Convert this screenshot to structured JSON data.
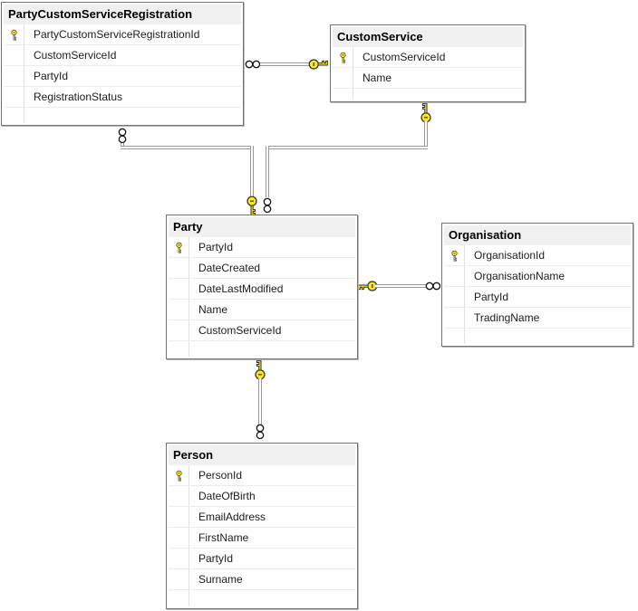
{
  "tables": [
    {
      "name": "PartyCustomServiceRegistration",
      "columns": [
        {
          "name": "PartyCustomServiceRegistrationId",
          "pk": true
        },
        {
          "name": "CustomServiceId",
          "pk": false
        },
        {
          "name": "PartyId",
          "pk": false
        },
        {
          "name": "RegistrationStatus",
          "pk": false
        }
      ]
    },
    {
      "name": "CustomService",
      "columns": [
        {
          "name": "CustomServiceId",
          "pk": true
        },
        {
          "name": "Name",
          "pk": false
        }
      ]
    },
    {
      "name": "Party",
      "columns": [
        {
          "name": "PartyId",
          "pk": true
        },
        {
          "name": "DateCreated",
          "pk": false
        },
        {
          "name": "DateLastModified",
          "pk": false
        },
        {
          "name": "Name",
          "pk": false
        },
        {
          "name": "CustomServiceId",
          "pk": false
        }
      ]
    },
    {
      "name": "Organisation",
      "columns": [
        {
          "name": "OrganisationId",
          "pk": true
        },
        {
          "name": "OrganisationName",
          "pk": false
        },
        {
          "name": "PartyId",
          "pk": false
        },
        {
          "name": "TradingName",
          "pk": false
        }
      ]
    },
    {
      "name": "Person",
      "columns": [
        {
          "name": "PersonId",
          "pk": true
        },
        {
          "name": "DateOfBirth",
          "pk": false
        },
        {
          "name": "EmailAddress",
          "pk": false
        },
        {
          "name": "FirstName",
          "pk": false
        },
        {
          "name": "PartyId",
          "pk": false
        },
        {
          "name": "Surname",
          "pk": false
        }
      ]
    }
  ],
  "relationships": [
    {
      "key_end": "CustomService",
      "infinity_end": "PartyCustomServiceRegistration"
    },
    {
      "key_end": "Party",
      "infinity_end": "PartyCustomServiceRegistration"
    },
    {
      "key_end": "CustomService",
      "infinity_end": "Party"
    },
    {
      "key_end": "Party",
      "infinity_end": "Organisation"
    },
    {
      "key_end": "Party",
      "infinity_end": "Person"
    }
  ],
  "icons": {
    "primary_key": "key-icon",
    "one_side": "key-icon",
    "many_side": "infinity-icon"
  },
  "colors": {
    "key_icon": "#ffe81f",
    "connector_line": "#9a9a9a",
    "header_bg": "#f0f0f0",
    "table_border": "#737373",
    "infinity_outline": "#141414",
    "canvas_bg": "#ffffff"
  }
}
